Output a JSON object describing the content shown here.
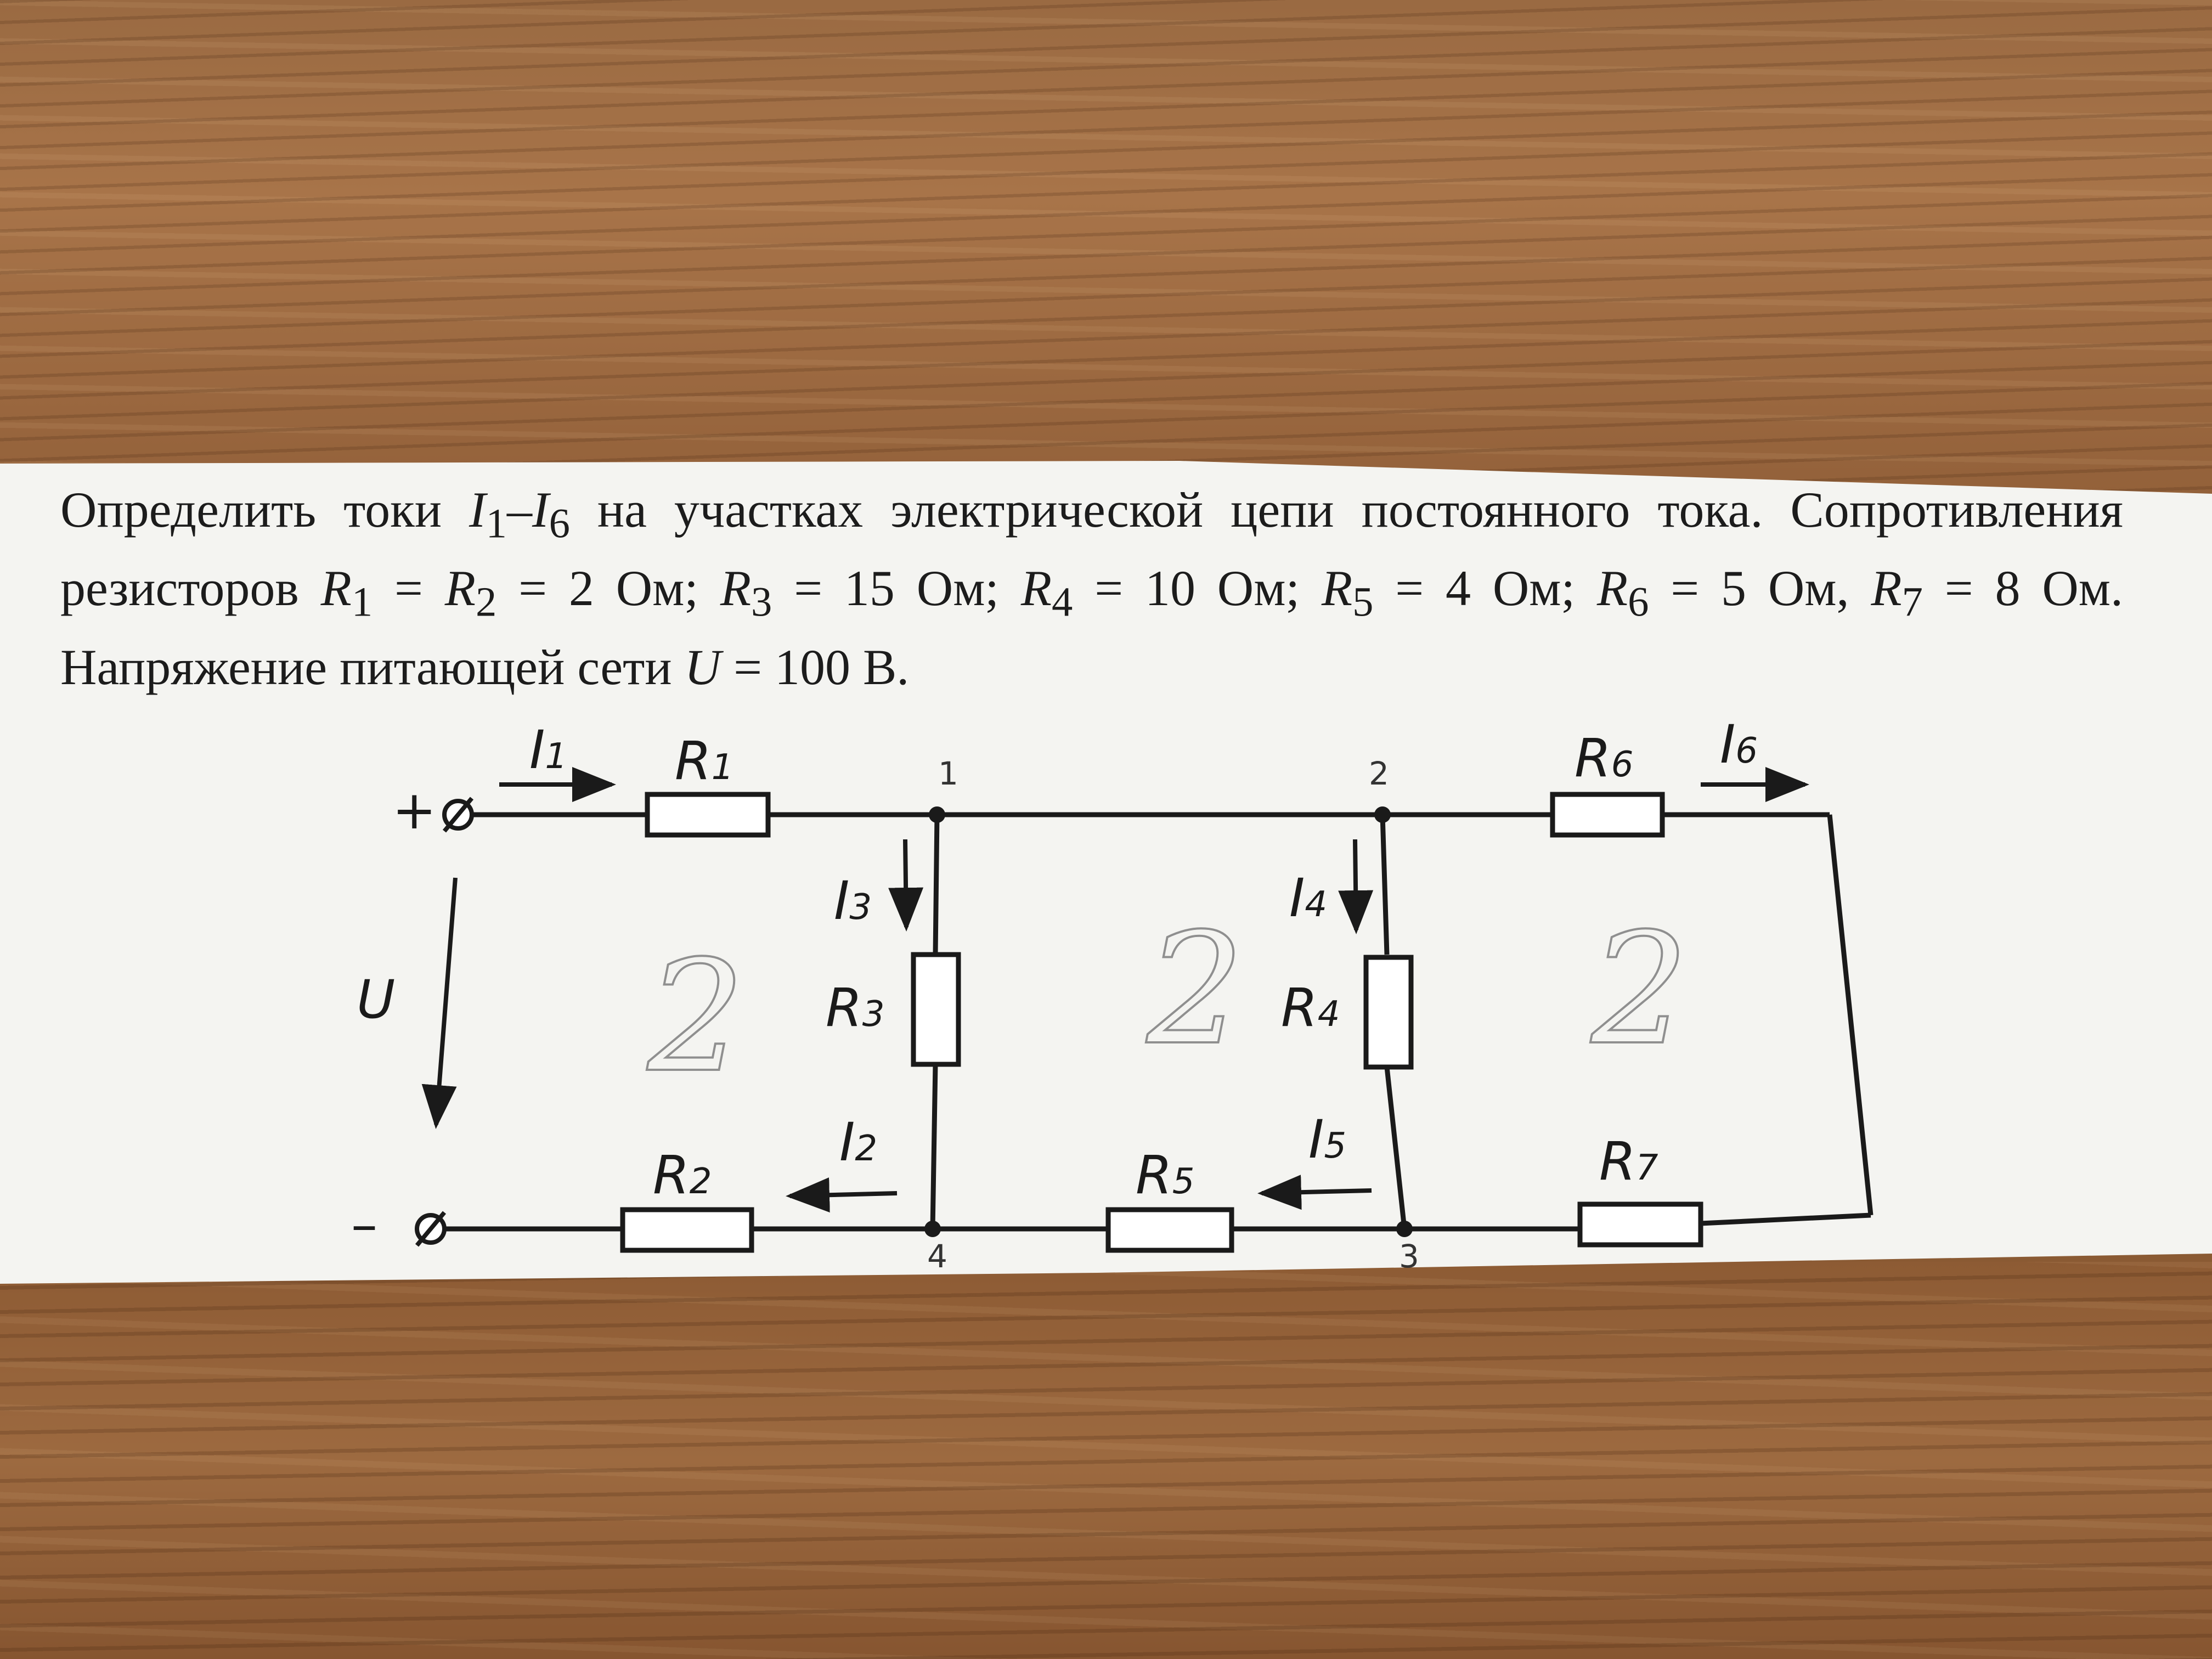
{
  "problem": {
    "line1_pre": "Определить токи ",
    "i_first": "I",
    "i_first_sub": "1",
    "dash": "–",
    "i_last": "I",
    "i_last_sub": "6",
    "line1_post": " на участках электрической цепи постоянного тока.",
    "line2_pre": "Сопротивления резисторов ",
    "r1": "R",
    "r1_sub": "1",
    "eq1": " = ",
    "r2": "R",
    "r2_sub": "2",
    "eq2": " = 2 Ом; ",
    "r3": "R",
    "r3_sub": "3",
    "eq3": " = 15 Ом; ",
    "r4": "R",
    "r4_sub": "4",
    "eq4": " = 10 Ом; ",
    "r5": "R",
    "r5_sub": "5",
    "eq5": " = 4 Ом; ",
    "r6": "R",
    "r6_sub": "6",
    "eq6": " = 5 Ом, ",
    "r7": "R",
    "r7_sub": "7",
    "eq7": " = 8 Ом. Напряжение питающей сети ",
    "u": "U",
    "eq8": " = 100 В."
  },
  "circuit": {
    "plus_terminal": "+",
    "minus_terminal": "–",
    "voltage_label": "U",
    "resistors": [
      {
        "name": "R",
        "sub": "1"
      },
      {
        "name": "R",
        "sub": "2"
      },
      {
        "name": "R",
        "sub": "3"
      },
      {
        "name": "R",
        "sub": "4"
      },
      {
        "name": "R",
        "sub": "5"
      },
      {
        "name": "R",
        "sub": "6"
      },
      {
        "name": "R",
        "sub": "7"
      }
    ],
    "currents": [
      {
        "name": "I",
        "sub": "1"
      },
      {
        "name": "I",
        "sub": "2"
      },
      {
        "name": "I",
        "sub": "3"
      },
      {
        "name": "I",
        "sub": "4"
      },
      {
        "name": "I",
        "sub": "5"
      },
      {
        "name": "I",
        "sub": "6"
      }
    ],
    "nodes": [
      "1",
      "2",
      "3",
      "4"
    ],
    "pencil_marks": [
      "2",
      "2",
      "2"
    ]
  },
  "colors": {
    "ink": "#1a1a1a",
    "paper": "#f4f4f1",
    "wood": "#9a6a42",
    "pencil": "#8f8f8f"
  }
}
